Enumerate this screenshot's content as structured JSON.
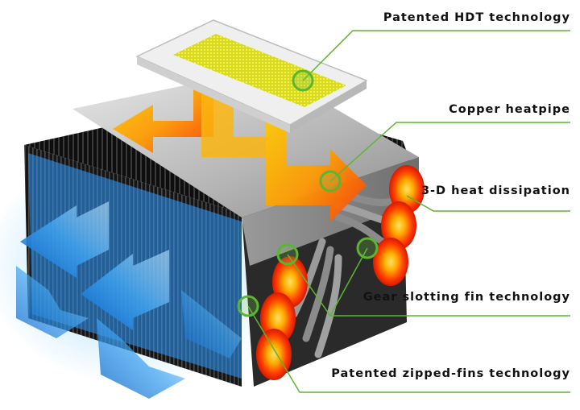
{
  "callouts": [
    {
      "label": "Patented HDT technology"
    },
    {
      "label": "Copper heatpipe"
    },
    {
      "label": "3-D heat dissipation"
    },
    {
      "label": "Gear slotting fin technology"
    },
    {
      "label": "Patented zipped-fins technology"
    }
  ],
  "colors": {
    "callout_line": "#5cb531",
    "heat_arrow": "#ff8a00",
    "airflow_arrow": "#2a8be0",
    "heatpipe_glow": "#ff3b00",
    "die": "#e4e52a",
    "fins": "#1c1c1c",
    "base_plate": "#a9a9a9"
  },
  "icons": [
    "heat-arrow-icon",
    "airflow-arrow-icon",
    "callout-ring-icon"
  ]
}
